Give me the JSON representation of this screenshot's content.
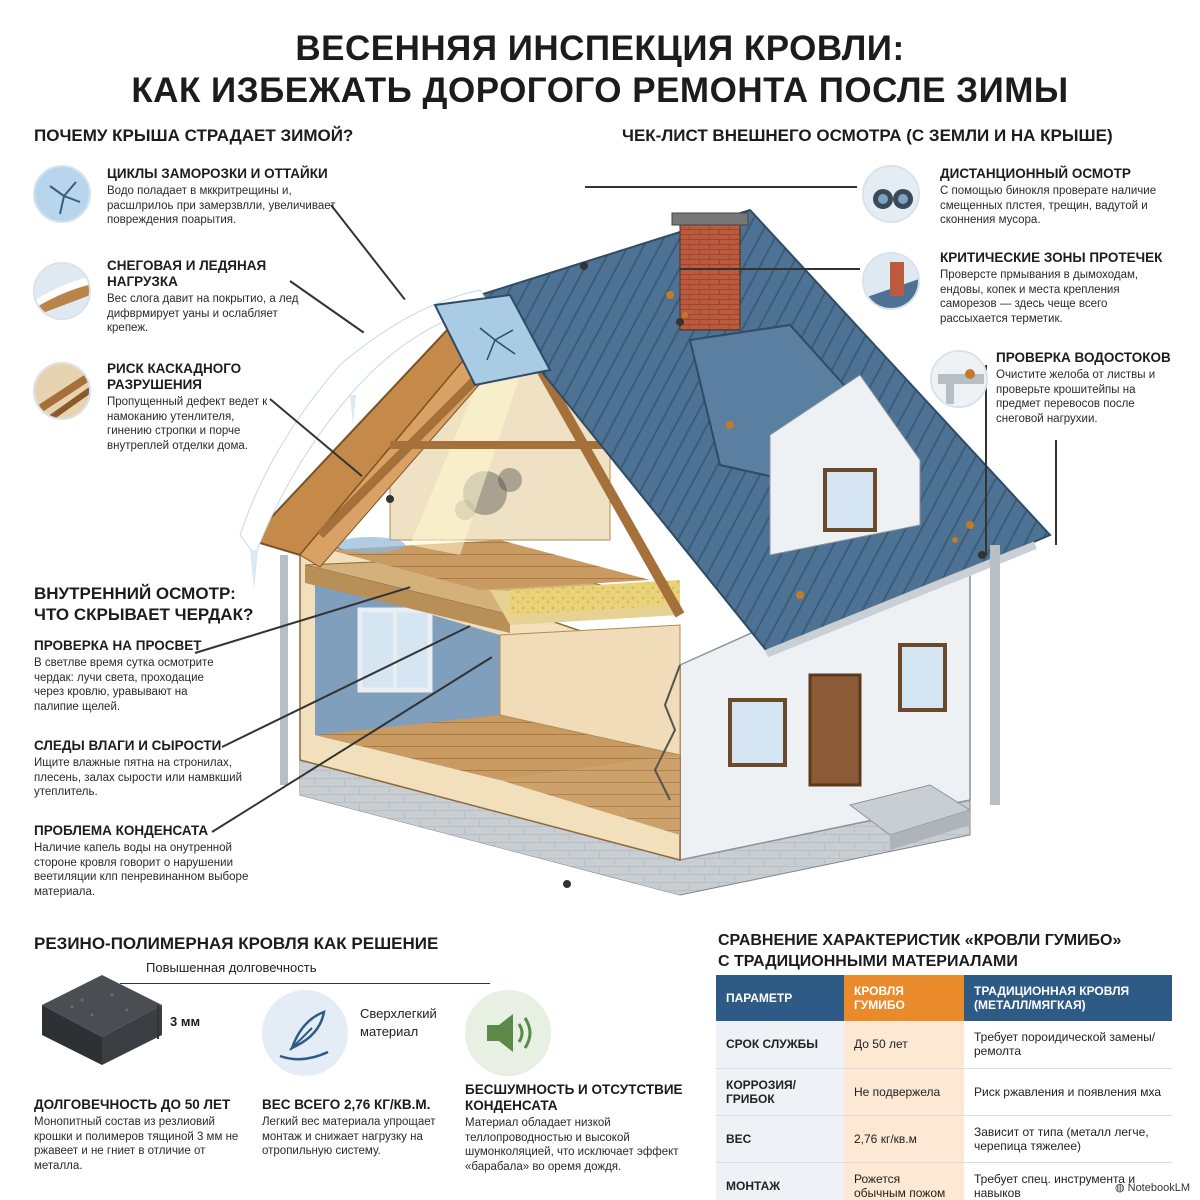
{
  "title": {
    "line1": "ВЕСЕННЯЯ ИНСПЕКЦИЯ КРОВЛИ:",
    "line2": "КАК ИЗБЕЖАТЬ ДОРОГОГО РЕМОНТА ПОСЛЕ ЗИМЫ"
  },
  "why": {
    "heading": "ПОЧЕМУ КРЫША СТРАДАЕТ ЗИМОЙ?",
    "items": [
      {
        "title": "ЦИКЛЫ ЗАМОРОЗКИ И ОТТАЙКИ",
        "text": "Водо поладает в мккритрещины и, расшлрилоь при замерзвлли, увеличивает повреждения поарытия.",
        "icon": "ice-crack-icon"
      },
      {
        "title": "СНЕГОВАЯ И ЛЕДЯНАЯ НАГРУЗКА",
        "text": "Вес слога давит на покрытио, а лед дифврмирует уаны и ослабляет крепеж.",
        "icon": "snow-load-icon"
      },
      {
        "title": "РИСК КАСКАДНОГО РАЗРУШЕНИЯ",
        "text": "Пропущенный дефект ведет к намоканию утенлителя, гинению стропки и порче внутреплей отделки дома.",
        "icon": "rafter-damage-icon"
      }
    ]
  },
  "checklist": {
    "heading": "ЧЕК-ЛИСТ ВНЕШНЕГО ОСМОТРА (С ЗЕМЛИ И НА КРЫШЕ)",
    "items": [
      {
        "title": "ДИСТАНЦИОННЫЙ ОСМОТР",
        "text": "С помощью бинокля проверате наличие смещенных плстея, трещин, вадутой и сконнения мусора.",
        "icon": "binoculars-icon"
      },
      {
        "title": "КРИТИЧЕСКИЕ ЗОНЫ ПРОТЕЧЕК",
        "text": "Проверсте прмывания в дымоходам, ендовы, копек и места крепления саморезов — здесь чеще всего рассыхается терметик.",
        "icon": "chimney-flashing-icon"
      },
      {
        "title": "ПРОВЕРКА ВОДОСТОКОВ",
        "text": "Очистите желоба от листвы и проверьте крошитейпы на предмет перевосов после снеговой нагрухии.",
        "icon": "gutter-icon"
      }
    ]
  },
  "attic": {
    "heading_line1": "ВНУТРЕННИЙ ОСМОТР:",
    "heading_line2": "ЧТО СКРЫВАЕТ ЧЕРДАК?",
    "items": [
      {
        "title": "ПРОВЕРКА НА ПРОСВЕТ",
        "text": "В светлве время сутка осмотрите чердак: лучи света, проходацие через кровлю, уравывают на палипие щелей."
      },
      {
        "title": "СЛЕДЫ ВЛАГИ И СЫРОСТИ",
        "text": "Ищите влажные пятна на стронилах, плесень, залах сырости или намвкший утеплитель."
      },
      {
        "title": "ПРОБЛЕМА КОНДЕНСАТА",
        "text": "Наличие капель воды на онутренной стороне кровля говорит о нарушении веетиляции клп пенревинанном выборе материала."
      }
    ]
  },
  "solution": {
    "heading": "РЕЗИНО-ПОЛИМЕРНАЯ КРОВЛЯ КАК РЕШЕНИЕ",
    "durability_label": "Повышенная долговечность",
    "thickness": "3 мм",
    "light_label": "Сверхлегкий материал",
    "features": [
      {
        "title": "ДОЛГОВЕЧНОСТЬ ДО 50 ЛЕТ",
        "text": "Монопитный состав из резлиовий крошки и полимеров тящиной 3 мм не ржавеет и не гниет в отличие от металла."
      },
      {
        "title": "ВЕС ВСЕГО 2,76 КГ/КВ.М.",
        "text": "Легкий вес материала упрощает монтаж и снижает нагрузку на отропильную систему."
      },
      {
        "title": "БЕСШУМНОСТЬ И ОТСУТСТВИЕ КОНДЕНСАТА",
        "text": "Материал обладает низкой теллопроводностью и высокой шумонколяцией, что исключает эффект «барабала» во оремя дождя."
      }
    ]
  },
  "comparison": {
    "heading_line1": "СРАВНЕНИЕ ХАРАКТЕРИСТИК «КРОВЛИ ГУМИБО»",
    "heading_line2": "С ТРАДИЦИОННЫМИ МАТЕРИАЛАМИ",
    "columns": [
      "ПАРАМЕТР",
      "КРОВЛЯ ГУМИБО",
      "ТРАДИЦИОННАЯ КРОВЛЯ (МЕТАЛЛ/МЯГКАЯ)"
    ],
    "rows": [
      [
        "СРОК СЛУЖБЫ",
        "До 50 лет",
        "Требует пороидической замены/ремолта"
      ],
      [
        "КОРРОЗИЯ/ГРИБОК",
        "Не подвержела",
        "Риск ржавления и появления мха"
      ],
      [
        "ВЕС",
        "2,76 кг/кв.м",
        "Зависит от типа (металл легче, черепица тяжелее)"
      ],
      [
        "МОНТАЖ",
        "Рожется обычным пожом",
        "Требует спец. инструмента и навыков"
      ]
    ]
  },
  "brand": "NotebookLM",
  "colors": {
    "primary": "#2d5b86",
    "accent": "#e98a2b",
    "roof": "#4a6f90",
    "wall": "#e8ecf0"
  }
}
